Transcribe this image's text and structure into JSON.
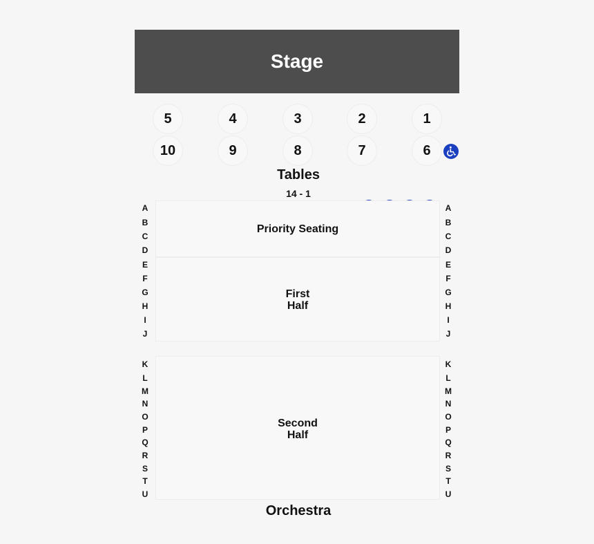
{
  "stage": {
    "label": "Stage",
    "color": "#4d4d4d"
  },
  "tables": {
    "label": "Tables",
    "row1": [
      "5",
      "4",
      "3",
      "2",
      "1"
    ],
    "row2": [
      "10",
      "9",
      "8",
      "7",
      "6"
    ]
  },
  "section_range_label": "14 - 1",
  "sections": {
    "priority": {
      "label": "Priority Seating",
      "rows": [
        "A",
        "B",
        "C",
        "D"
      ]
    },
    "first": {
      "label_line1": "First",
      "label_line2": "Half",
      "rows": [
        "E",
        "F",
        "G",
        "H",
        "I",
        "J"
      ]
    },
    "second": {
      "label_line1": "Second",
      "label_line2": "Half",
      "rows": [
        "K",
        "L",
        "M",
        "N",
        "O",
        "P",
        "Q",
        "R",
        "S",
        "T",
        "U"
      ]
    }
  },
  "orchestra_label": "Orchestra",
  "accessibility": {
    "icon": "wheelchair-icon",
    "color": "#1a3fbf",
    "tables_count": 1,
    "priority_count": 4
  }
}
